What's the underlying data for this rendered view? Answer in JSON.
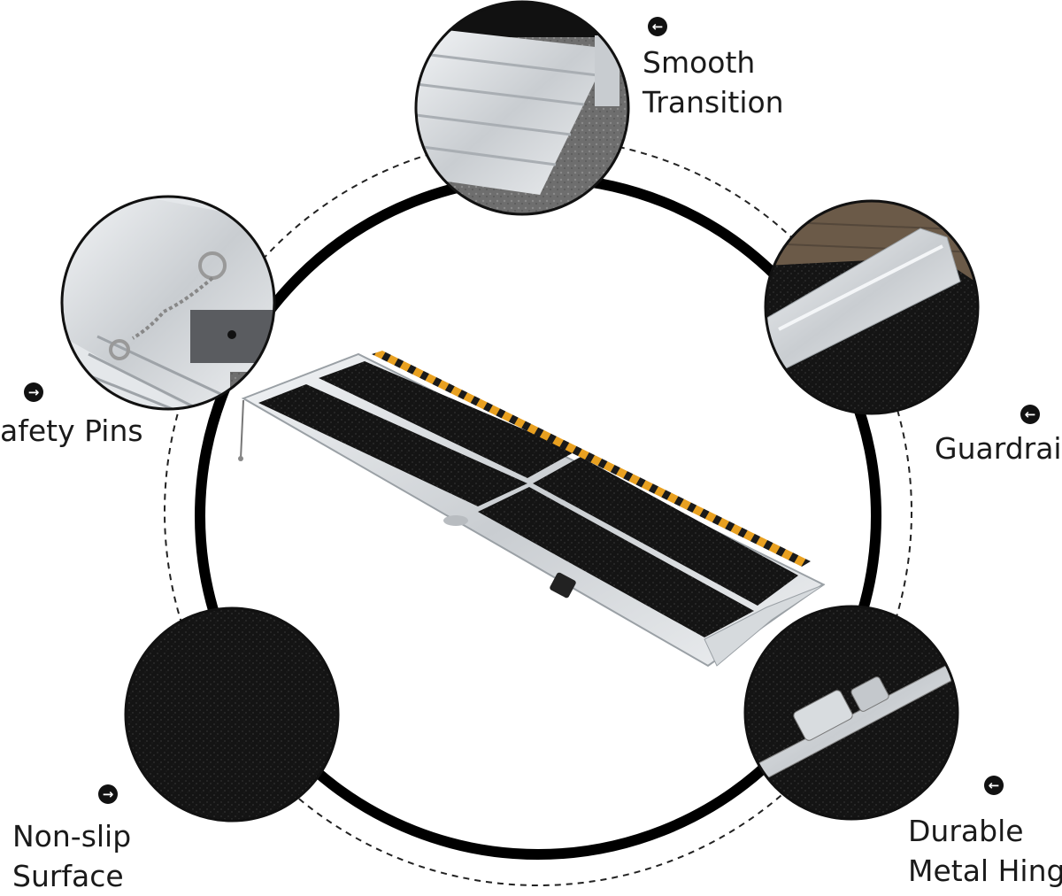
{
  "features": [
    {
      "id": "smooth-transition",
      "label": "Smooth\nTransition",
      "arrow": "left-arrow-icon"
    },
    {
      "id": "safety-pins",
      "label": "afety Pins",
      "arrow": "right-arrow-icon"
    },
    {
      "id": "guardrail",
      "label": "Guardrail",
      "arrow": "left-arrow-icon"
    },
    {
      "id": "non-slip-surface",
      "label": "Non-slip\nSurface",
      "arrow": "right-arrow-icon"
    },
    {
      "id": "durable-metal-hinge",
      "label": "Durable\nMetal Hing",
      "arrow": "left-arrow-icon"
    }
  ],
  "colors": {
    "ring": "#000000",
    "carpet": "#141414",
    "aluminum": "#d9dde0",
    "stripe_yellow": "#e8a020"
  }
}
